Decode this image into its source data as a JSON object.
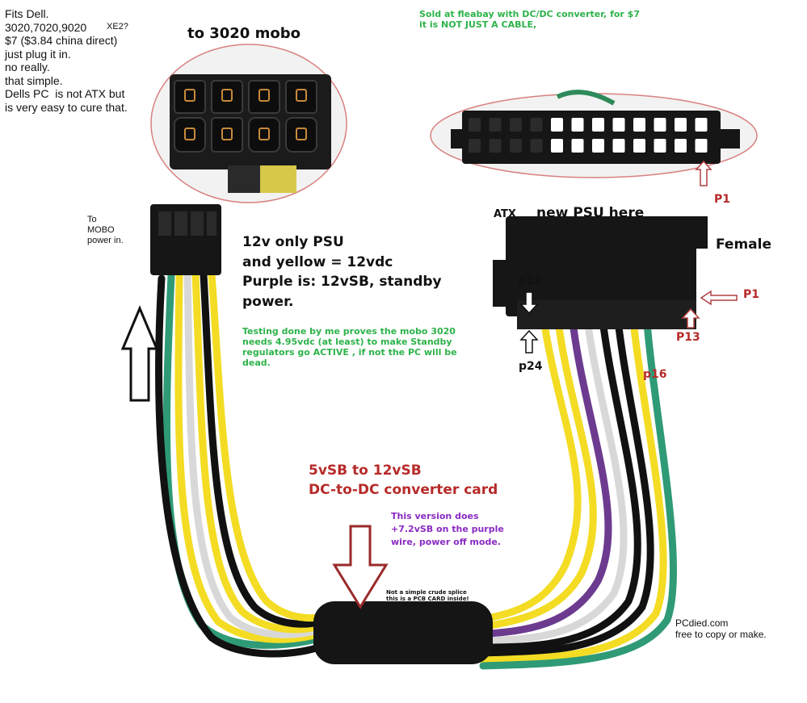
{
  "colors": {
    "green_text": "#2db34a",
    "red_text": "#b72a2a",
    "purple_text": "#8a2bc2",
    "black_text": "#111111"
  },
  "notes": {
    "intro": "Fits Dell.\n3020,7020,9020\n$7 ($3.84 china direct)\njust plug it in.\nno really.\nthat simple.\nDells PC  is not ATX but\nis very easy to cure that.",
    "xe2": "XE2?",
    "sold": "Sold at fleabay with DC/DC converter, for $7\nit is NOT JUST A CABLE,",
    "to_mobo_title": "to 3020 mobo",
    "to_mobo_power": "To\nMOBO\npower in.",
    "psu_12v": "12v only PSU\nand yellow = 12vdc\nPurple is: 12vSB, standby\npower.",
    "testing": "Testing done by me proves the mobo 3020\nneeds 4.95vdc (at least) to make Standby\nregulators go ACTIVE , if not the PC will be\ndead.",
    "atx": "ATX",
    "new_psu": "new PSU here",
    "female": "Female",
    "converter": "5vSB to 12vSB\nDC-to-DC converter card",
    "version": "This version does\n+7.2vSB on the purple\nwire, power off mode.",
    "not_splice": "Not a simple crude splice\nthis is a PCB CARD inside!",
    "credit": "PCdied.com\nfree to copy or make."
  },
  "pins": {
    "p1_top": "P1",
    "p1_right": "P1",
    "p12": "p12",
    "p13": "P13",
    "p24": "p24",
    "p16": "p16"
  }
}
